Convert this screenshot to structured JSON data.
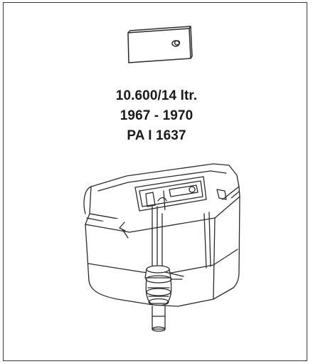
{
  "product": {
    "article_line": "10.600/14 ltr.",
    "years_line": "1967 - 1970",
    "code_line": "PA I 1637"
  },
  "colors": {
    "stroke": "#2b2b2b",
    "border": "#3a3a3a",
    "fill": "#ffffff"
  },
  "illustrations": {
    "flush_plate": "flush-plate-icon",
    "cistern": "concealed-cistern-icon"
  }
}
